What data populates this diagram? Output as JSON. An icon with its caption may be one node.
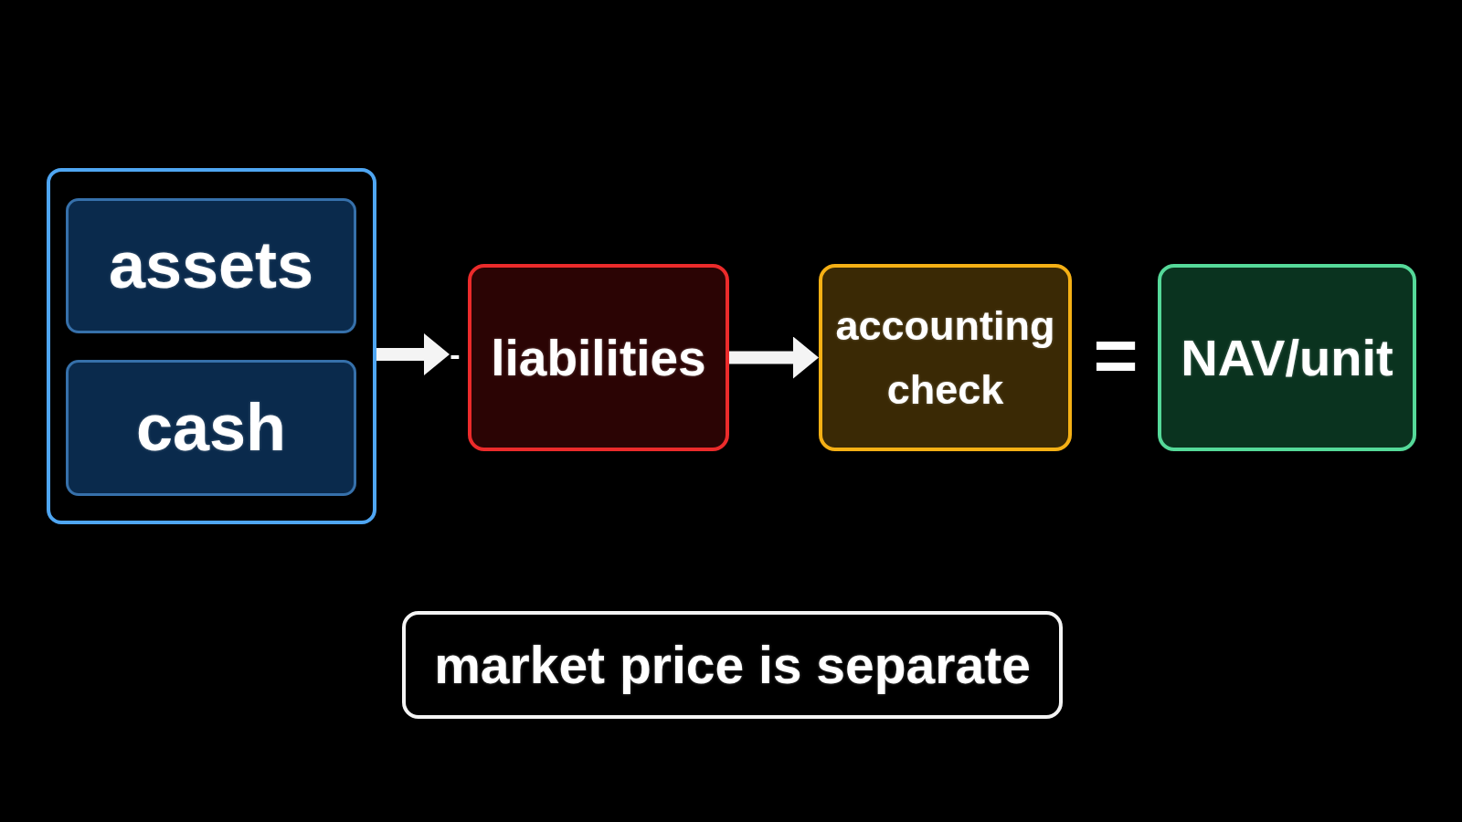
{
  "diagram": {
    "nodes": [
      {
        "text": [],
        "shape": "box"
      },
      {
        "text": [
          "assets"
        ],
        "in": 0
      },
      {
        "text": [
          "cash"
        ],
        "in": 0
      },
      {
        "text": [
          "-"
        ]
      },
      {
        "text": [
          "liabilities"
        ]
      },
      {
        "text": [
          "accounting check"
        ]
      },
      {
        "text": [
          "NAV/unit"
        ]
      },
      {
        "text": [
          "market price is separate"
        ]
      }
    ],
    "edges": [
      {
        "from": 0,
        "to": 3,
        "arrow": "to"
      },
      {
        "from": 4,
        "to": 5,
        "arrow": "to"
      }
    ],
    "labels": [
      "="
    ]
  }
}
